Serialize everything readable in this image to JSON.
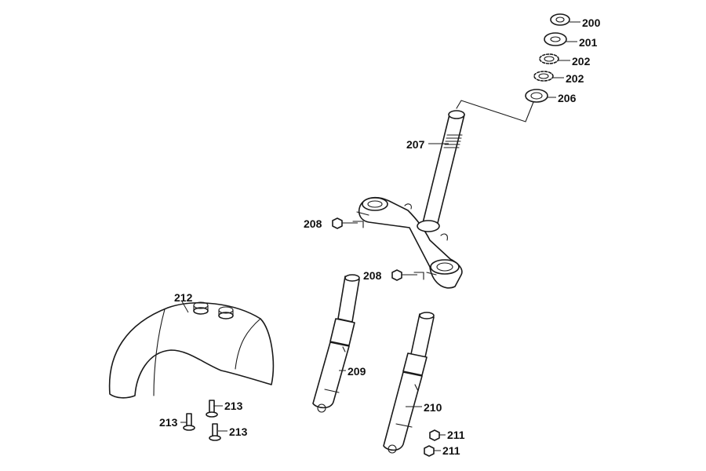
{
  "callouts": {
    "c200": "200",
    "c201": "201",
    "c202a": "202",
    "c202b": "202",
    "c206": "206",
    "c207": "207",
    "c208a": "208",
    "c208b": "208",
    "c209": "209",
    "c210": "210",
    "c211a": "211",
    "c211b": "211",
    "c212": "212",
    "c213a": "213",
    "c213b": "213",
    "c213c": "213"
  }
}
